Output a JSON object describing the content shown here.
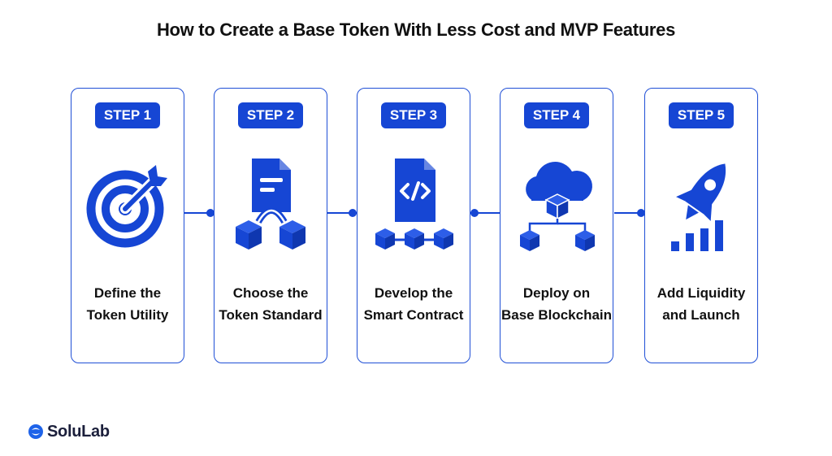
{
  "title": "How to Create a Base Token With Less Cost and MVP Features",
  "steps": [
    {
      "badge": "STEP 1",
      "line1": "Define the",
      "line2": "Token Utility",
      "icon": "target-icon"
    },
    {
      "badge": "STEP 2",
      "line1": "Choose the",
      "line2": "Token Standard",
      "icon": "document-blocks-icon"
    },
    {
      "badge": "STEP 3",
      "line1": "Develop the",
      "line2": "Smart Contract",
      "icon": "code-file-icon"
    },
    {
      "badge": "STEP 4",
      "line1": "Deploy on",
      "line2": "Base Blockchain",
      "icon": "cloud-network-icon"
    },
    {
      "badge": "STEP 5",
      "line1": "Add Liquidity",
      "line2": "and Launch",
      "icon": "rocket-chart-icon"
    }
  ],
  "brand": {
    "name": "SoluLab"
  },
  "colors": {
    "accent": "#1646d4",
    "border": "#1f4fd6",
    "text": "#111111"
  }
}
